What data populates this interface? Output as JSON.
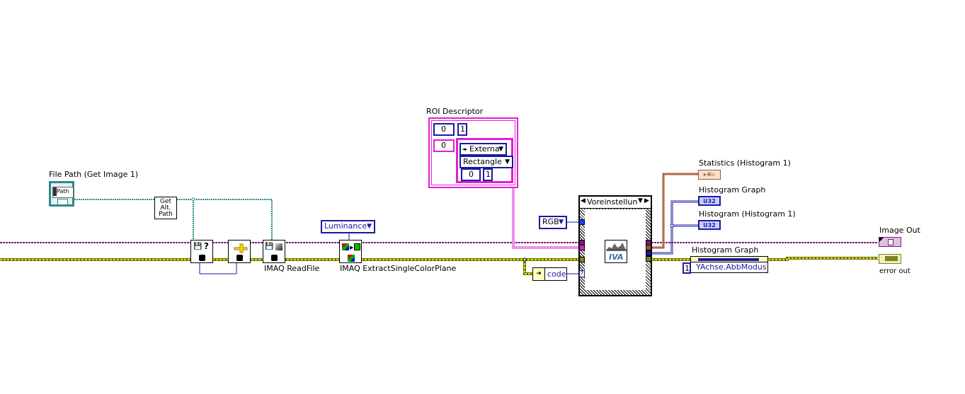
{
  "diagram": {
    "type": "LabVIEW block diagram",
    "controls": {
      "file_path": {
        "label": "File Path (Get Image 1)",
        "glyph": "Path"
      }
    },
    "nodes": {
      "get_alt_path": {
        "label": "Get\nAlt.\nPath",
        "line1": "Get",
        "line2": "Alt.",
        "line3": "Path"
      },
      "file_exists": {
        "icon": "file-query-icon",
        "glyph": "?"
      },
      "select": {
        "icon": "select-icon"
      },
      "imaq_readfile": {
        "label": "IMAQ ReadFile"
      },
      "extract_plane": {
        "label": "IMAQ ExtractSingleColorPlane"
      },
      "iva": {
        "label": "IVA"
      }
    },
    "constants": {
      "color_plane": {
        "value": "Luminance"
      },
      "rgb_mode": {
        "value": "RGB"
      },
      "code": {
        "value": "code"
      },
      "axis_index": {
        "value": "1"
      }
    },
    "roi_descriptor": {
      "label": "ROI Descriptor",
      "outer_index": "0",
      "outer_size": "1",
      "inner_index": "0",
      "contour_type": "Externa",
      "shape": "Rectangle",
      "coords_index": "0",
      "coords_size": "1"
    },
    "case_structure": {
      "selector": "Voreinstellun"
    },
    "indicators": {
      "statistics": {
        "label": "Statistics (Histogram 1)",
        "glyph": "▸≡▫"
      },
      "histogram_graph": {
        "label": "Histogram Graph",
        "glyph": "U32"
      },
      "histogram": {
        "label": "Histogram (Histogram 1)",
        "glyph": "U32"
      },
      "property_node": {
        "label": "Histogram Graph",
        "property": "YAchse.AbbModus"
      },
      "image_out": {
        "label": "Image Out"
      },
      "error_out": {
        "label": "error out"
      }
    },
    "colors": {
      "image_wire": "#7a1a7a",
      "error_wire": "#c8c800",
      "path_wire": "#2a8a8a",
      "roi_wire": "#e020d0",
      "numeric_wire": "#1a1aa0",
      "cluster_wire": "#a0522d"
    }
  }
}
